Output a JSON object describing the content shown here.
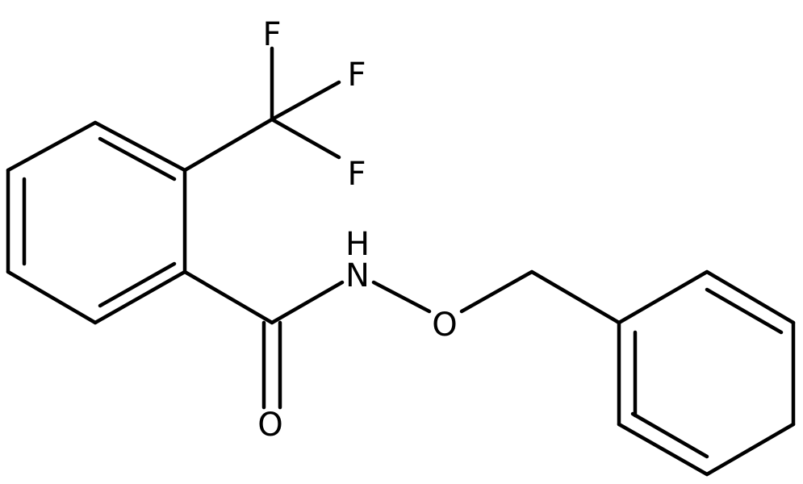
{
  "atoms": {
    "fluorine_top": "F",
    "fluorine_right": "F",
    "fluorine_lower": "F",
    "amide_nitrogen": "N",
    "amide_hydrogen": "H",
    "ether_oxygen": "O",
    "carbonyl_oxygen": "O"
  },
  "colors": {
    "bond": "#000000",
    "label": "#000000",
    "background": "#ffffff"
  }
}
